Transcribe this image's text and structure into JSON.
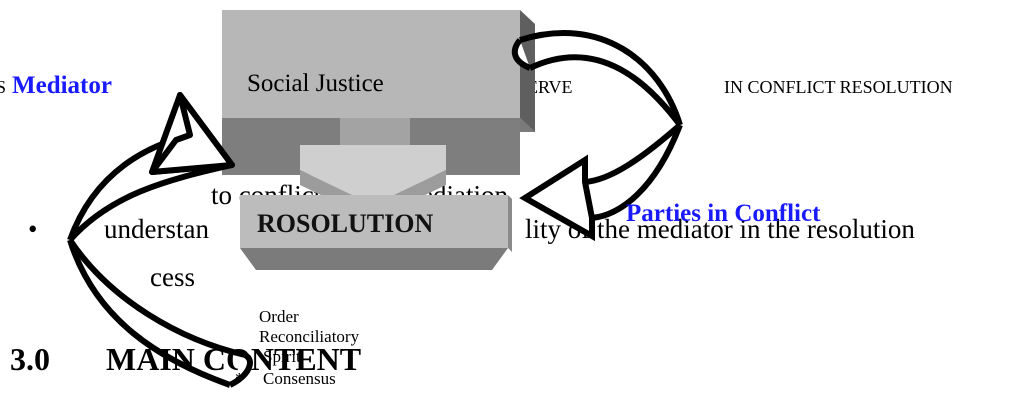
{
  "doc": {
    "heading_fragment_left": "ERVE",
    "heading_fragment_right": "IN CONFLICT RESOLUTION",
    "heading_left_stub": "S",
    "line1_fragment_left": "to conflict",
    "line1_fragment_right": "mediation",
    "bullet": "•",
    "line2_fragment_left": "understan",
    "line2_fragment_mid": "lity of the mediator in the resolution",
    "line3_fragment": "cess",
    "section_number": "3.0",
    "section_title": "MAIN CONTENT"
  },
  "diagram": {
    "mediator_label": "Mediator",
    "parties_label": "Parties in Conflict",
    "top_box_label": "Social Justice",
    "bottom_box_label": "ROSOLUTION",
    "values": [
      "Order",
      "Reconciliatory",
      "Spirit",
      "*",
      "Consensus"
    ]
  },
  "colors": {
    "label_blue": "#1a1aff",
    "box_light": "#b3b3b3",
    "box_dark": "#6b6b6b",
    "box_mid": "#9a9a9a"
  }
}
